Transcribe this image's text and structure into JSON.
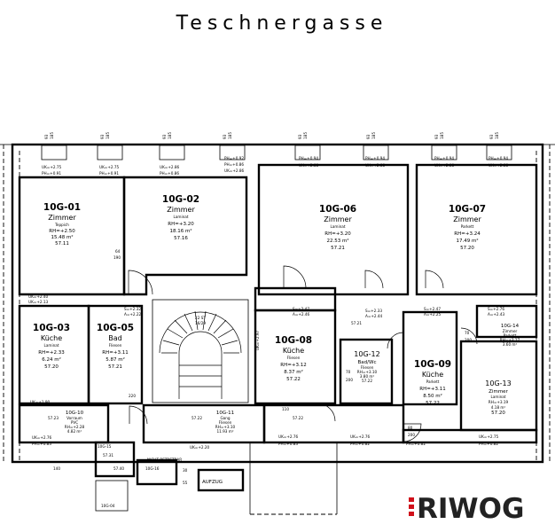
{
  "street_name": "Teschnergasse",
  "logo_text": "RIWOG",
  "window_labels": {
    "width": "93",
    "height": "185",
    "width_91": "91",
    "height_93": "93"
  },
  "rooms": [
    {
      "id": "10G-01",
      "name": "Zimmer",
      "floor": "Teppich",
      "height": "RH=+2.50",
      "area": "15.48 m²",
      "level": "57.11"
    },
    {
      "id": "10G-02",
      "name": "Zimmer",
      "floor": "Laminat",
      "height": "RH=+3.20",
      "area": "18.16 m²",
      "level": "57.16"
    },
    {
      "id": "10G-06",
      "name": "Zimmer",
      "floor": "Laminat",
      "height": "RH=+3.20",
      "area": "22.53 m²",
      "level": "57.21"
    },
    {
      "id": "10G-07",
      "name": "Zimmer",
      "floor": "Parkett",
      "height": "RH=+3.24",
      "area": "17.49 m²",
      "level": "57.20"
    },
    {
      "id": "10G-03",
      "name": "Küche",
      "floor": "Laminat",
      "height": "RH=+2.33",
      "area": "6.24 m²",
      "level": "57.20"
    },
    {
      "id": "10G-05",
      "name": "Bad",
      "floor": "Fliesen",
      "height": "RH=+3.11",
      "area": "5.87 m²",
      "level": "57.21"
    },
    {
      "id": "10G-08",
      "name": "Küche",
      "floor": "Fliesen",
      "height": "RH=+3.12",
      "area": "8.37 m²",
      "level": "57.22"
    },
    {
      "id": "10G-09",
      "name": "Küche",
      "floor": "Parkett",
      "height": "RH=+3.11",
      "area": "8.50 m²",
      "level": "57.22"
    },
    {
      "id": "10G-12",
      "name": "Bad/Wc",
      "floor": "Fliesen",
      "height": "RH=+3.10",
      "area": "3.80 m²",
      "level": "57.22"
    },
    {
      "id": "10G-13",
      "name": "Zimmer",
      "floor": "Laminat",
      "height": "RH=+3.19",
      "area": "4.18 m²",
      "level": "57.20"
    },
    {
      "id": "10G-14",
      "name": "Zimmer",
      "floor": "Parkett",
      "height": "RH=+3.17",
      "area": "3.60 m²",
      "level": ""
    },
    {
      "id": "10G-10",
      "name": "Vorraum",
      "floor": "PVC",
      "height": "RH=+2.28",
      "area": "4.82 m²",
      "level": "57.23"
    },
    {
      "id": "10G-11",
      "name": "Gang",
      "floor": "Fliesen",
      "height": "RH=+3.10",
      "area": "11.93 m²",
      "level": "57.22"
    }
  ],
  "sill_labels": {
    "uk_275": "UK=+2.75",
    "ph_091": "PH=+0.91",
    "uk_286": "UK=+2.86",
    "ph_086": "PH=+0.86",
    "ph_092": "PH=+0.92",
    "ph_094": "PH=+0.94",
    "uk_288": "UK=+2.88",
    "uk_240": "UK=+2.40",
    "uk_213": "UK=+2.13",
    "uk_190": "UK=+1.90",
    "uk_276": "UK=+2.76",
    "ph_083": "PH=+0.83",
    "uk_220": "UK=+2.20",
    "ph_082": "PH=+0.82",
    "uk_297": "UK=+2.97"
  },
  "misc_labels": {
    "aufzug": "AUFZUG",
    "nicht_betretbar": "NICHT BETRETBAR",
    "stair_count": "22 ST",
    "stair_dim": "16/29",
    "wc_id": "10G-15",
    "storage_id": "10G-16",
    "bottom_room": "10G-04",
    "lvl_5722": "57.22",
    "lvl_5721": "57.21",
    "lvl_5723": "57.23",
    "lvl_5731": "57.31",
    "lvl_5740": "57.40",
    "sa_232": "S=+2.32",
    "a_222": "A=+2.22",
    "s_247": "S=+2.47",
    "a_246": "A=+2.46",
    "s_233": "S=+2.33",
    "a_244": "A=+2.44",
    "a_225": "A=+2.25",
    "s_276": "S=+2.76",
    "a_243": "A=+2.43",
    "d_80": "80",
    "d_200": "200",
    "d_70": "70",
    "d_90": "90",
    "d_220": "220",
    "d_30": "30",
    "d_55": "55",
    "d_64": "64",
    "d_190": "190",
    "d_110": "110",
    "d_140": "140"
  }
}
